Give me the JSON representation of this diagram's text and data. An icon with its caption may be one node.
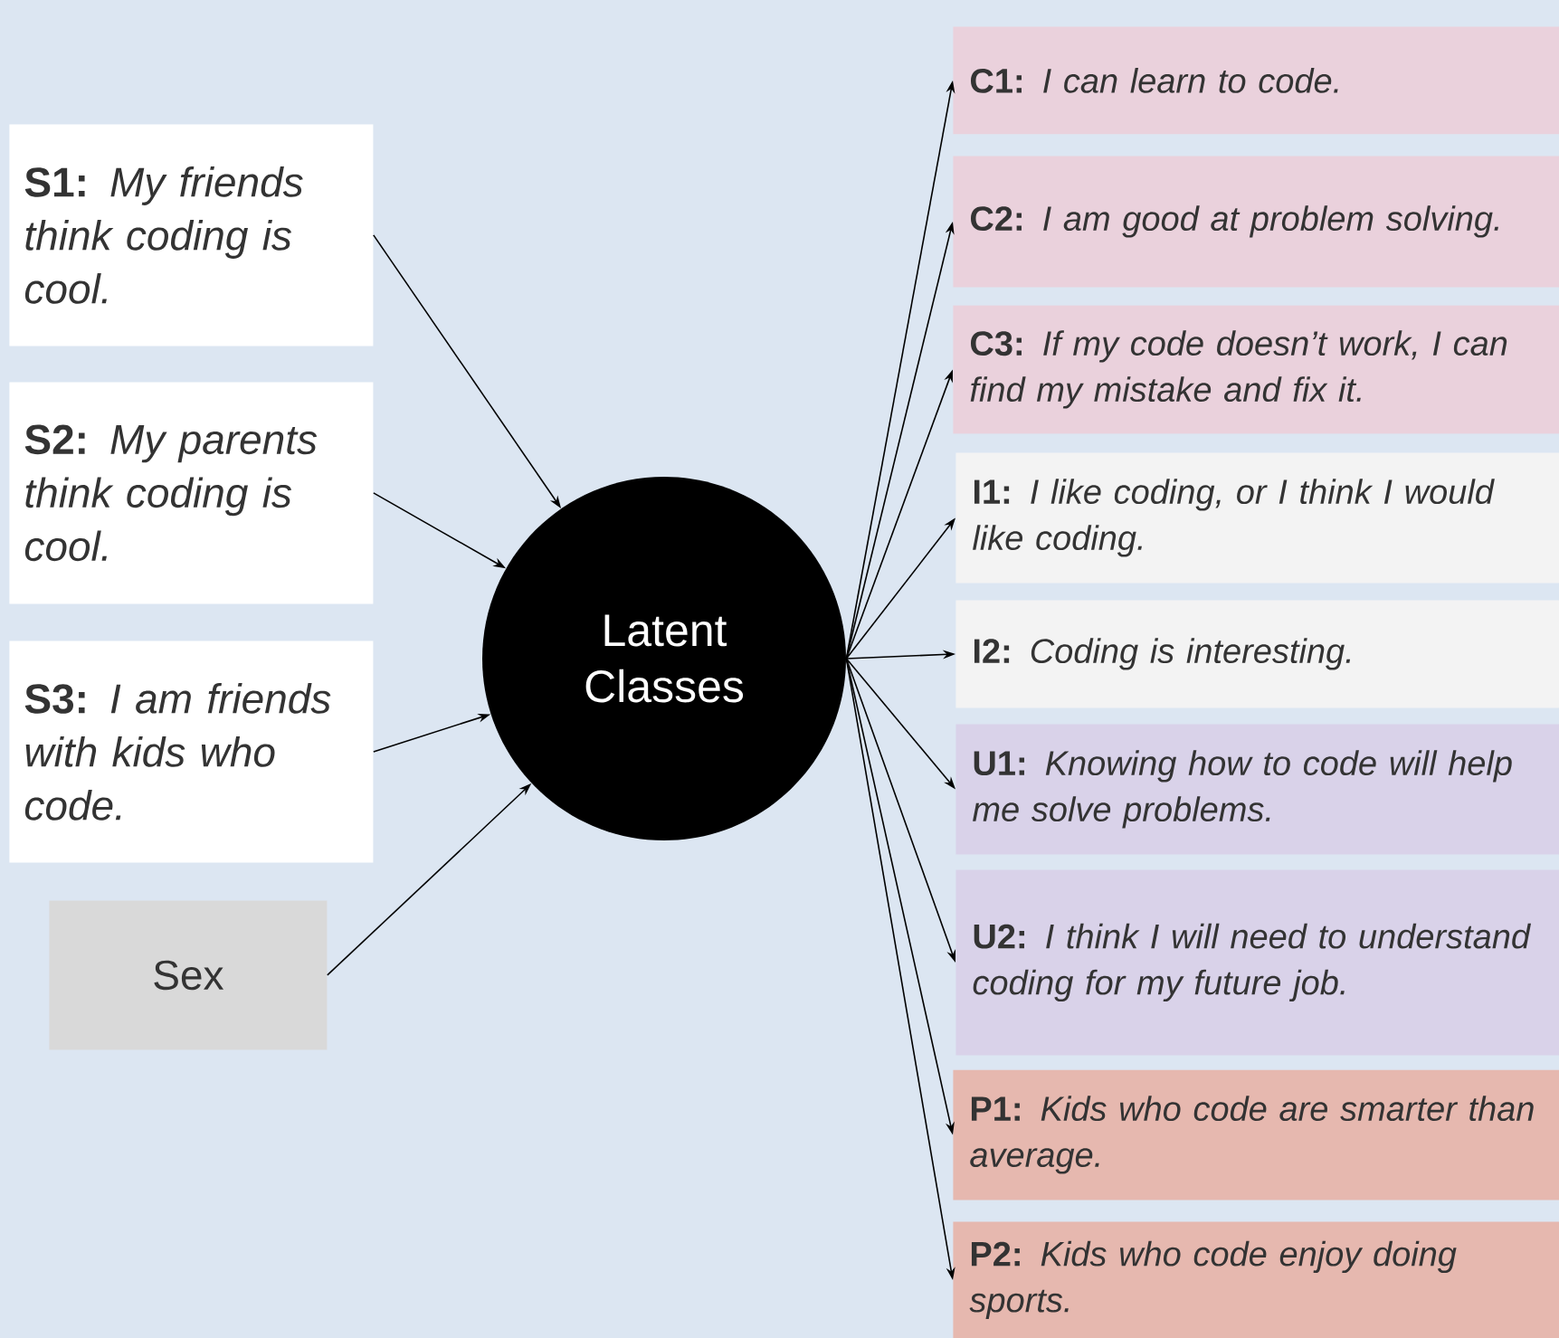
{
  "diagram": {
    "nodes": [
      {
        "text": [
          "**S1:** *My friends think coding is cool.*"
        ]
      },
      {
        "text": [
          "**S2:** *My parents think coding is cool.*"
        ]
      },
      {
        "text": [
          "**S3:** *I am friends with kids who code.*"
        ]
      },
      {
        "text": [
          "Sex"
        ]
      },
      {
        "text": [
          "Latent Classes"
        ]
      },
      {
        "text": [
          "**C1:** *I can learn to code.*"
        ]
      },
      {
        "text": [
          "**C2:** *I am good at problem solving.*"
        ]
      },
      {
        "text": [
          "**C3:** *If my code doesn’t work, I can find my mistake and fix it.*"
        ]
      },
      {
        "text": [
          "**I1:** *I like coding, or I think I would like coding.*"
        ]
      },
      {
        "text": [
          "**I2:** *Coding is interesting.*"
        ]
      },
      {
        "text": [
          "**U1:** *Knowing how to code will help me solve problems.*"
        ]
      },
      {
        "text": [
          "**U2:** *I think I will need to understand coding for my future job.*"
        ]
      },
      {
        "text": [
          "**P1:** *Kids who code are smarter than average.*"
        ]
      },
      {
        "text": [
          "**P2:** *Kids who code enjoy doing sports.*"
        ]
      }
    ],
    "edges": [
      {
        "from": 0,
        "to": 4,
        "arrow": "to"
      },
      {
        "from": 1,
        "to": 4,
        "arrow": "to"
      },
      {
        "from": 2,
        "to": 4,
        "arrow": "to"
      },
      {
        "from": 3,
        "to": 4,
        "arrow": "to"
      },
      {
        "from": 4,
        "to": 5,
        "arrow": "to"
      },
      {
        "from": 4,
        "to": 6,
        "arrow": "to"
      },
      {
        "from": 4,
        "to": 7,
        "arrow": "to"
      },
      {
        "from": 4,
        "to": 8,
        "arrow": "to"
      },
      {
        "from": 4,
        "to": 9,
        "arrow": "to"
      },
      {
        "from": 4,
        "to": 10,
        "arrow": "to"
      },
      {
        "from": 4,
        "to": 11,
        "arrow": "to"
      },
      {
        "from": 4,
        "to": 12,
        "arrow": "to"
      },
      {
        "from": 4,
        "to": 13,
        "arrow": "to"
      }
    ]
  }
}
